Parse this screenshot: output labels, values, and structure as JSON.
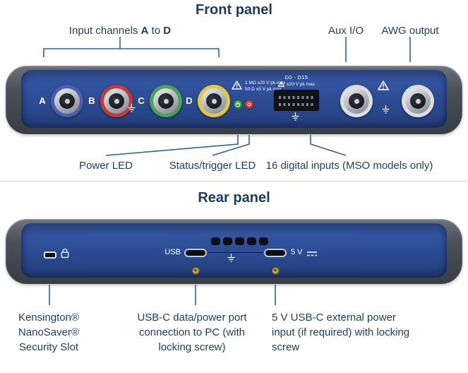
{
  "front": {
    "title": "Front panel",
    "label_input_channels": {
      "prefix": "Input channels ",
      "bold_a": "A",
      "mid": " to ",
      "bold_d": "D"
    },
    "label_aux": "Aux I/O",
    "label_awg": "AWG output",
    "channels": [
      "A",
      "B",
      "C",
      "D"
    ],
    "warning_line1": "1 MΩ ±20 V pk max",
    "warning_line2": "50 Ω ±5 V pk max",
    "digital_title": "D0 - D15",
    "digital_warning": "±20 V pk max",
    "callout_power": "Power LED",
    "callout_status": "Status/trigger LED",
    "callout_digital": "16 digital inputs (MSO models only)"
  },
  "rear": {
    "title": "Rear panel",
    "usb_label": "USB",
    "power_label": "5 V",
    "callout_kensington": {
      "lines": [
        "Kensington®",
        "NanoSaver®",
        "Security Slot"
      ]
    },
    "callout_usb": {
      "lines": [
        "USB-C data/power port",
        "connection to PC (with",
        "locking screw)"
      ]
    },
    "callout_power": {
      "lines": [
        "5 V USB-C external power",
        "input (if required) with locking",
        "screw"
      ]
    }
  },
  "icons": {
    "warning_icon": "⚠",
    "ground_icon": "⏚",
    "power_icon": "⏻",
    "lock_icon": "🔒",
    "dc_icon": "⎓"
  },
  "colors": {
    "text_navy": "#1b3c5f",
    "callout_line": "#2e6496",
    "device_blue_light": "#3a5cab",
    "device_blue": "#2d4d97",
    "device_blue_dark": "#243e7b",
    "ch_a": "#4a5fae",
    "ch_b": "#c23a34",
    "ch_c": "#4aa351",
    "ch_d": "#e0c83f",
    "ring_light": "#dcdee1",
    "led_power": "#3fae4c",
    "led_status": "#e2423b",
    "screw_gold": "#c9a64e"
  }
}
